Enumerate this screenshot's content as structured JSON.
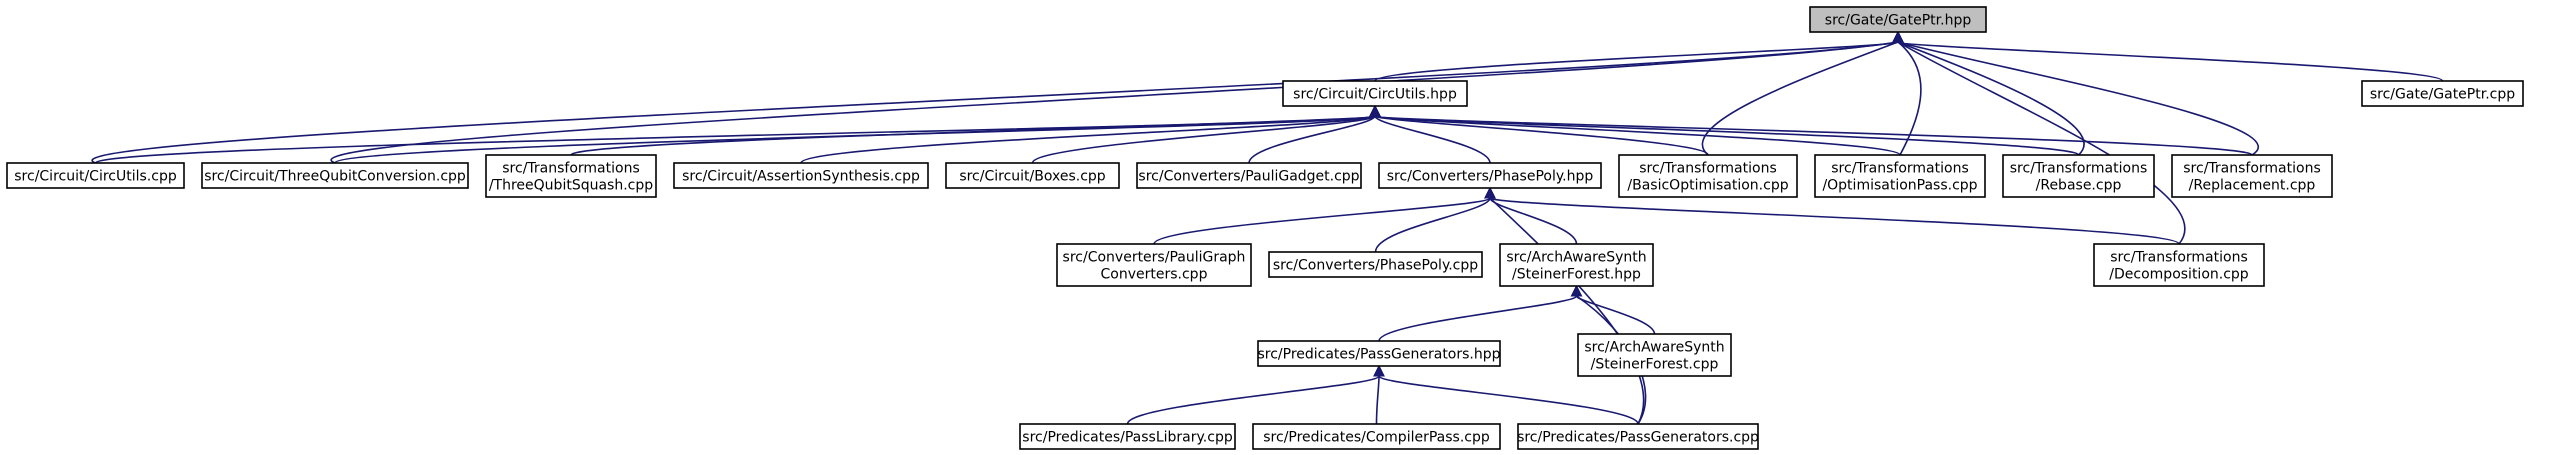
{
  "colors": {
    "edge": "#191970",
    "node_border": "#000000",
    "node_fill": "#ffffff",
    "root_fill": "#bfbfbf"
  },
  "nodes": {
    "gateptr_hpp": [
      "src/Gate/GatePtr.hpp"
    ],
    "circutils_hpp": [
      "src/Circuit/CircUtils.hpp"
    ],
    "gateptr_cpp": [
      "src/Gate/GatePtr.cpp"
    ],
    "circutils_cpp": [
      "src/Circuit/CircUtils.cpp"
    ],
    "threequbit_cpp": [
      "src/Circuit/ThreeQubitConversion.cpp"
    ],
    "threequbitsquash": [
      "src/Transformations",
      "/ThreeQubitSquash.cpp"
    ],
    "assertion_cpp": [
      "src/Circuit/AssertionSynthesis.cpp"
    ],
    "boxes_cpp": [
      "src/Circuit/Boxes.cpp"
    ],
    "pauligadget_cpp": [
      "src/Converters/PauliGadget.cpp"
    ],
    "phasepoly_hpp": [
      "src/Converters/PhasePoly.hpp"
    ],
    "basicopt_cpp": [
      "src/Transformations",
      "/BasicOptimisation.cpp"
    ],
    "optpass_cpp": [
      "src/Transformations",
      "/OptimisationPass.cpp"
    ],
    "rebase_cpp": [
      "src/Transformations",
      "/Rebase.cpp"
    ],
    "replacement_cpp": [
      "src/Transformations",
      "/Replacement.cpp"
    ],
    "pauligraph_cpp": [
      "src/Converters/PauliGraph",
      "Converters.cpp"
    ],
    "phasepoly_cpp": [
      "src/Converters/PhasePoly.cpp"
    ],
    "steiner_hpp": [
      "src/ArchAwareSynth",
      "/SteinerForest.hpp"
    ],
    "decomposition_cpp": [
      "src/Transformations",
      "/Decomposition.cpp"
    ],
    "passgen_hpp": [
      "src/Predicates/PassGenerators.hpp"
    ],
    "steiner_cpp": [
      "src/ArchAwareSynth",
      "/SteinerForest.cpp"
    ],
    "passlibrary_cpp": [
      "src/Predicates/PassLibrary.cpp"
    ],
    "compilerpass_cpp": [
      "src/Predicates/CompilerPass.cpp"
    ],
    "passgen_cpp": [
      "src/Predicates/PassGenerators.cpp"
    ]
  },
  "root": "gateptr_hpp",
  "edges": [
    [
      "gateptr_hpp",
      "circutils_hpp"
    ],
    [
      "gateptr_hpp",
      "gateptr_cpp"
    ],
    [
      "gateptr_hpp",
      "circutils_cpp"
    ],
    [
      "gateptr_hpp",
      "threequbit_cpp"
    ],
    [
      "gateptr_hpp",
      "basicopt_cpp"
    ],
    [
      "gateptr_hpp",
      "optpass_cpp"
    ],
    [
      "gateptr_hpp",
      "rebase_cpp"
    ],
    [
      "gateptr_hpp",
      "replacement_cpp"
    ],
    [
      "gateptr_hpp",
      "decomposition_cpp"
    ],
    [
      "circutils_hpp",
      "circutils_cpp"
    ],
    [
      "circutils_hpp",
      "threequbit_cpp"
    ],
    [
      "circutils_hpp",
      "threequbitsquash"
    ],
    [
      "circutils_hpp",
      "assertion_cpp"
    ],
    [
      "circutils_hpp",
      "boxes_cpp"
    ],
    [
      "circutils_hpp",
      "pauligadget_cpp"
    ],
    [
      "circutils_hpp",
      "phasepoly_hpp"
    ],
    [
      "circutils_hpp",
      "basicopt_cpp"
    ],
    [
      "circutils_hpp",
      "optpass_cpp"
    ],
    [
      "circutils_hpp",
      "rebase_cpp"
    ],
    [
      "circutils_hpp",
      "replacement_cpp"
    ],
    [
      "phasepoly_hpp",
      "pauligraph_cpp"
    ],
    [
      "phasepoly_hpp",
      "phasepoly_cpp"
    ],
    [
      "phasepoly_hpp",
      "steiner_hpp"
    ],
    [
      "phasepoly_hpp",
      "decomposition_cpp"
    ],
    [
      "phasepoly_hpp",
      "passgen_cpp"
    ],
    [
      "steiner_hpp",
      "passgen_hpp"
    ],
    [
      "steiner_hpp",
      "steiner_cpp"
    ],
    [
      "steiner_hpp",
      "passgen_cpp"
    ],
    [
      "passgen_hpp",
      "passlibrary_cpp"
    ],
    [
      "passgen_hpp",
      "compilerpass_cpp"
    ],
    [
      "passgen_hpp",
      "passgen_cpp"
    ]
  ]
}
